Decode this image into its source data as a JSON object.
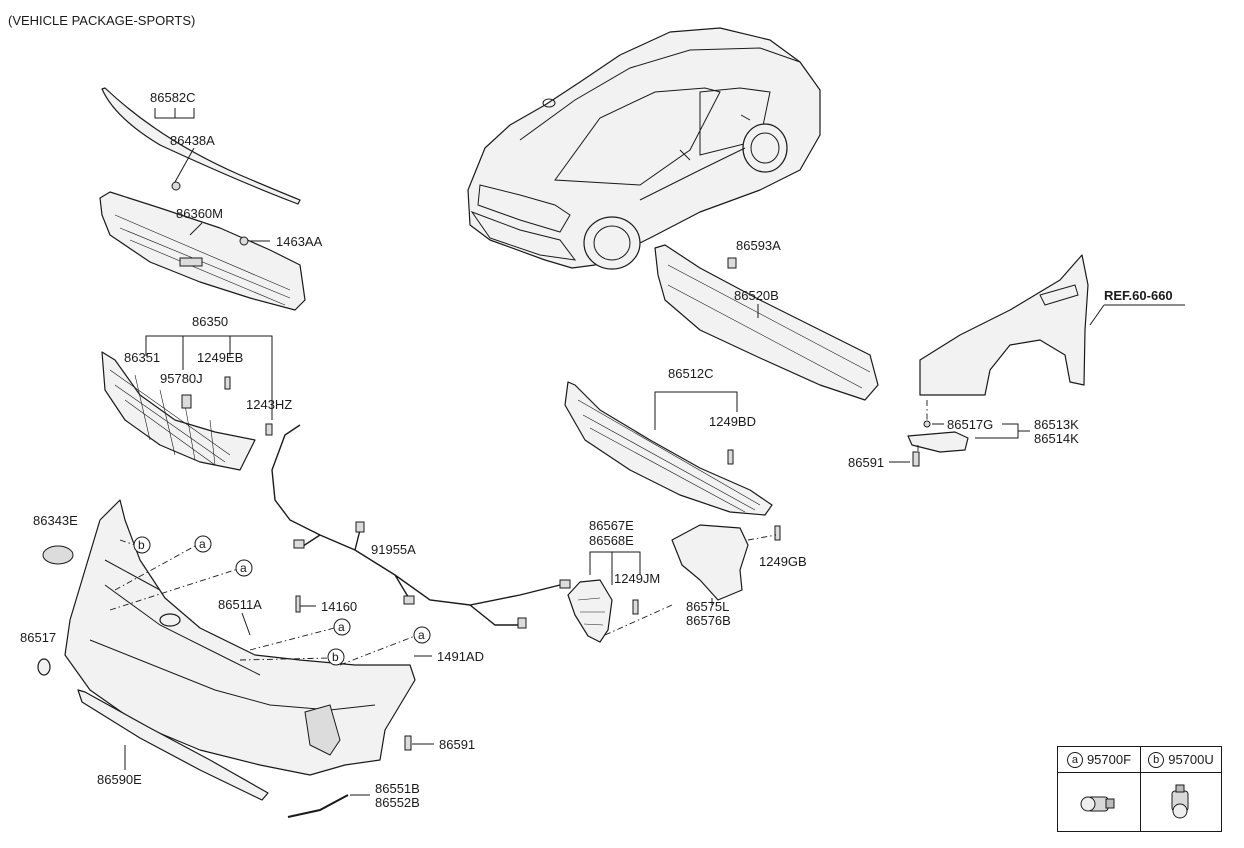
{
  "header": {
    "package_note": "(VEHICLE PACKAGE-SPORTS)"
  },
  "callouts": {
    "p86582C": "86582C",
    "p86438A": "86438A",
    "p86360M": "86360M",
    "p1463AA": "1463AA",
    "p86350": "86350",
    "p86351": "86351",
    "p1249EB": "1249EB",
    "p95780J": "95780J",
    "p1243HZ": "1243HZ",
    "p86343E": "86343E",
    "p86517": "86517",
    "p86511A": "86511A",
    "p14160": "14160",
    "p1491AD": "1491AD",
    "p86591_front": "86591",
    "p86590E": "86590E",
    "p86551B": "86551B",
    "p86552B": "86552B",
    "p91955A": "91955A",
    "p86593A": "86593A",
    "p86520B": "86520B",
    "p86512C": "86512C",
    "p1249BD": "1249BD",
    "p86567E": "86567E",
    "p86568E": "86568E",
    "p1249JM": "1249JM",
    "p86575L": "86575L",
    "p86576B": "86576B",
    "p1249GB": "1249GB",
    "p86517G": "86517G",
    "p86513K": "86513K",
    "p86514K": "86514K",
    "p86591_side": "86591",
    "ref": "REF.60-660"
  },
  "markers": {
    "a": "a",
    "b": "b"
  },
  "legend": [
    {
      "marker": "a",
      "part": "95700F",
      "icon": "parking-sensor-a-icon"
    },
    {
      "marker": "b",
      "part": "95700U",
      "icon": "parking-sensor-b-icon"
    }
  ]
}
